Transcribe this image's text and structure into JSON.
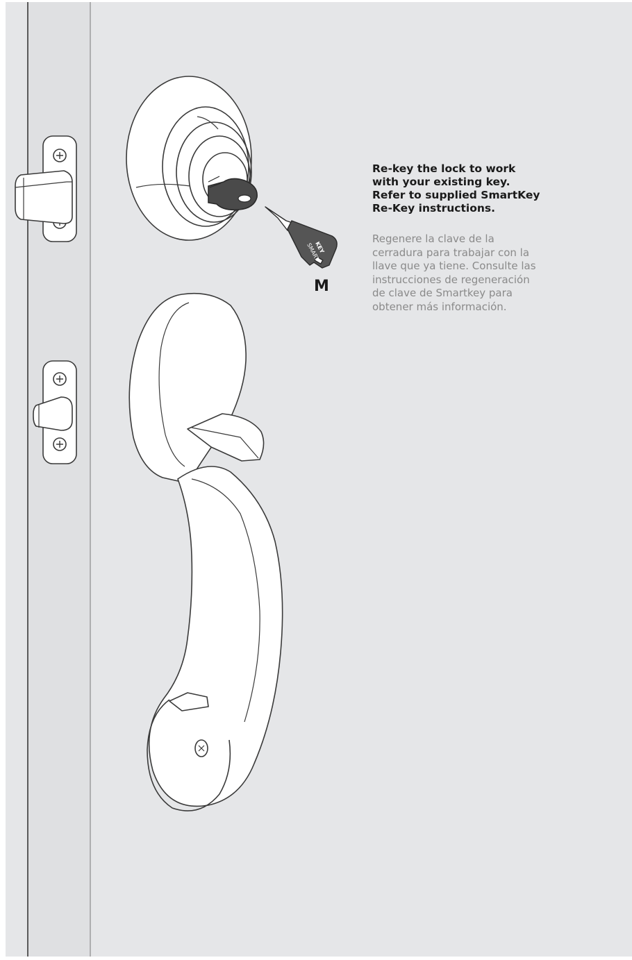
{
  "instructions": {
    "english": "Re-key the lock to work\nwith your existing key.\nRefer to supplied SmartKey\nRe-Key instructions.",
    "spanish": "Regenere la clave de la\ncerradura para trabajar con la\nllave que ya tiene. Consulte las\ninstrucciones de regeneración\nde clave de Smartkey para\nobtener más información."
  },
  "tool": {
    "letter": "M",
    "label_line1": "SMART",
    "label_line2": "KEY"
  },
  "colors": {
    "page_background": "#e5e6e8",
    "door_edge": "#dfe0e2",
    "outline": "#3a3a3a",
    "part_fill": "#ffffff",
    "key_fill": "#4a4a4a",
    "tool_fill": "#555555",
    "english_text": "#1a1a1a",
    "spanish_text": "#8a8a8a"
  }
}
